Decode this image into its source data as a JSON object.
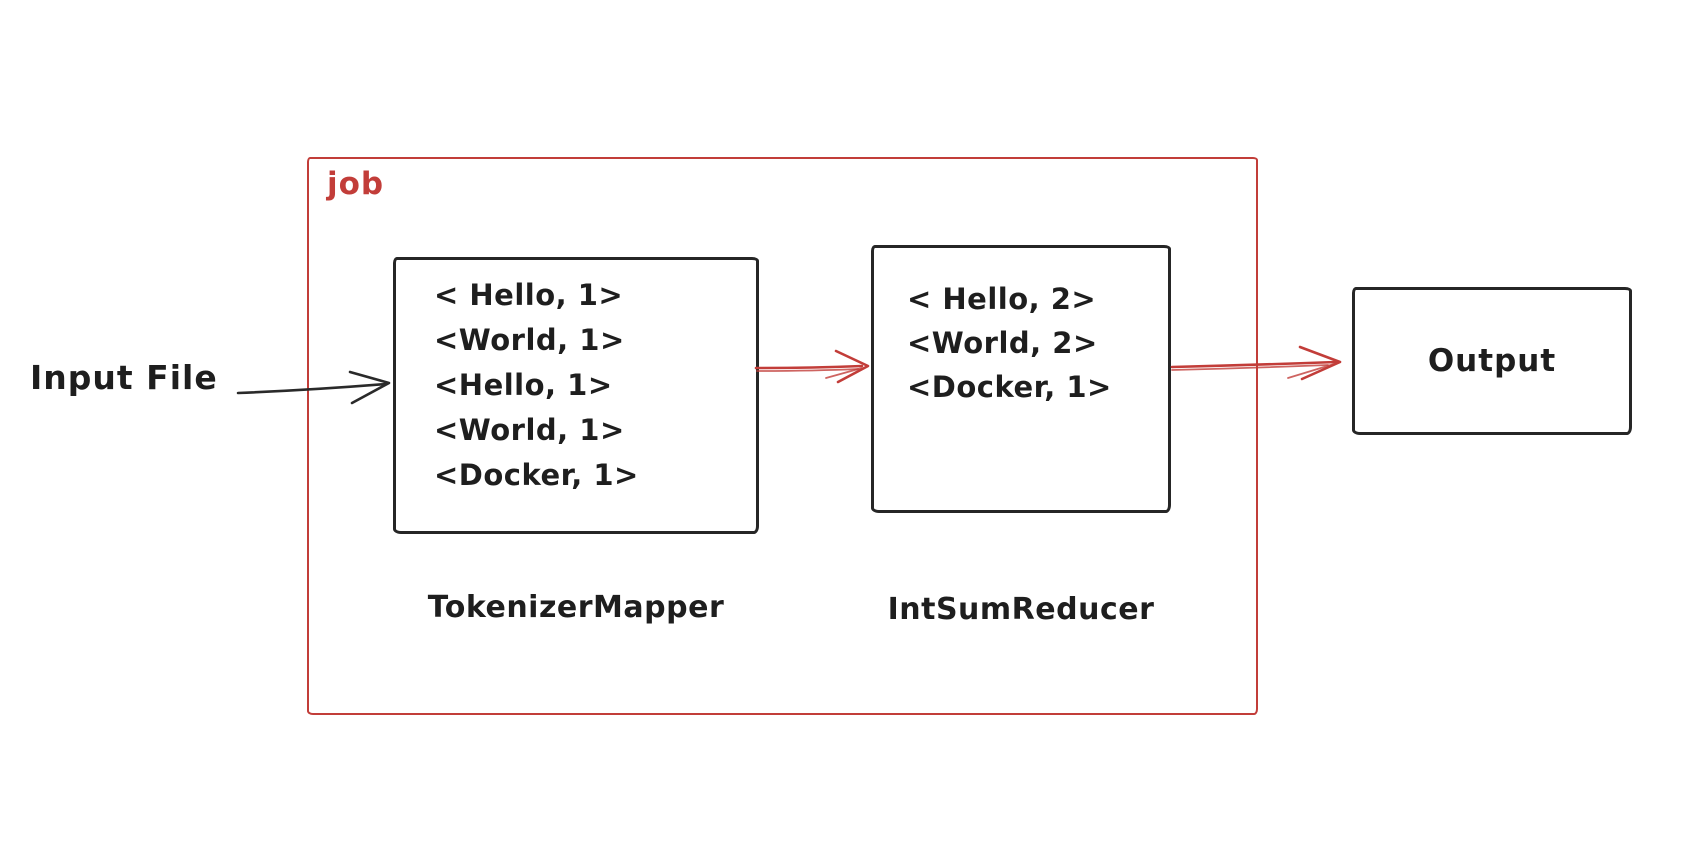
{
  "diagram": {
    "job_label": "job",
    "input_label": "Input File",
    "mapper": {
      "label": "TokenizerMapper",
      "lines": [
        "< Hello, 1>",
        "<World, 1>",
        "<Hello, 1>",
        "<World, 1>",
        "<Docker, 1>"
      ]
    },
    "reducer": {
      "label": "IntSumReducer",
      "lines": [
        "< Hello, 2>",
        "<World, 2>",
        "<Docker, 1>"
      ]
    },
    "output_label": "Output",
    "arrows": [
      {
        "name": "input-arrow",
        "from": "Input File",
        "to": "TokenizerMapper",
        "color": "black"
      },
      {
        "name": "map-to-reduce-arrow",
        "from": "TokenizerMapper",
        "to": "IntSumReducer",
        "color": "red"
      },
      {
        "name": "reduce-to-output-arrow",
        "from": "IntSumReducer",
        "to": "Output",
        "color": "red"
      }
    ],
    "colors": {
      "accent_red": "#c23d39",
      "ink": "#1e1e1e",
      "background": "#ffffff"
    }
  }
}
